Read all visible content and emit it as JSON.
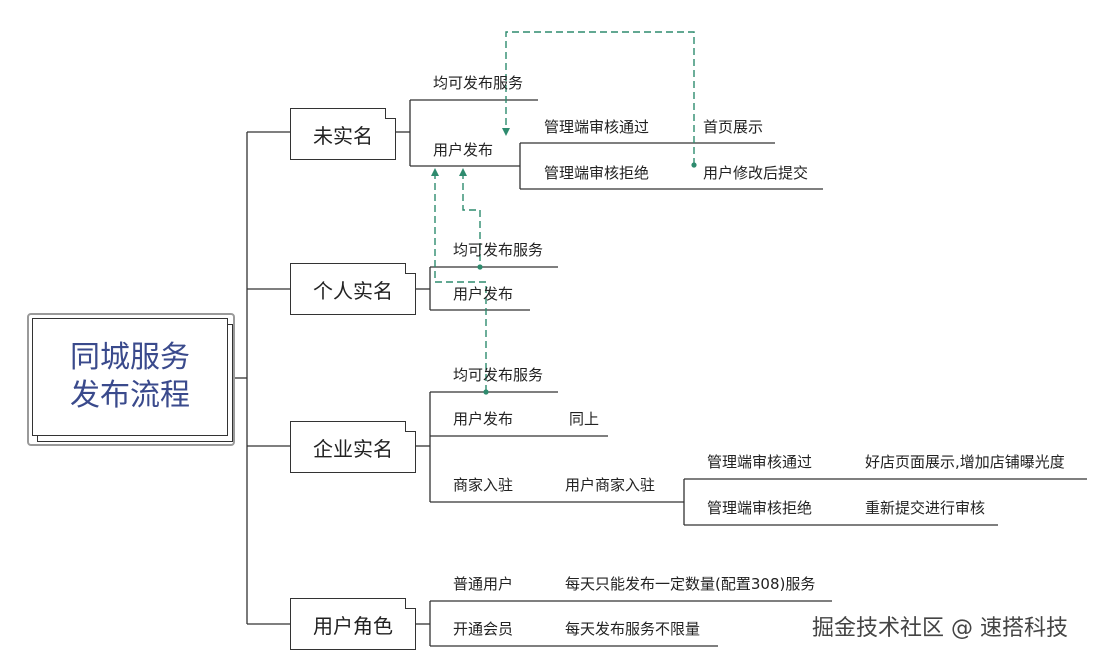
{
  "root": {
    "line1": "同城服务",
    "line2": "发布流程"
  },
  "branches": {
    "unverified": {
      "title": "未实名",
      "can_publish": "均可发布服务",
      "user_publish": "用户发布",
      "approved": "管理端审核通过",
      "approved_result": "首页展示",
      "rejected": "管理端审核拒绝",
      "rejected_result": "用户修改后提交"
    },
    "personal": {
      "title": "个人实名",
      "can_publish": "均可发布服务",
      "user_publish": "用户发布"
    },
    "enterprise": {
      "title": "企业实名",
      "can_publish": "均可发布服务",
      "user_publish": "用户发布",
      "same_as_above": "同上",
      "merchant_entry": "商家入驻",
      "user_merchant_entry": "用户商家入驻",
      "approved": "管理端审核通过",
      "approved_result": "好店页面展示,增加店铺曝光度",
      "rejected": "管理端审核拒绝",
      "rejected_result": "重新提交进行审核"
    },
    "user_role": {
      "title": "用户角色",
      "normal_user": "普通用户",
      "normal_user_desc": "每天只能发布一定数量(配置308)服务",
      "member": "开通会员",
      "member_desc": "每天发布服务不限量"
    }
  },
  "watermark": "掘金技术社区 @ 速搭科技",
  "colors": {
    "root_text": "#3a4a8c",
    "dashed_connector": "#2e8b6e",
    "line": "#333333"
  }
}
